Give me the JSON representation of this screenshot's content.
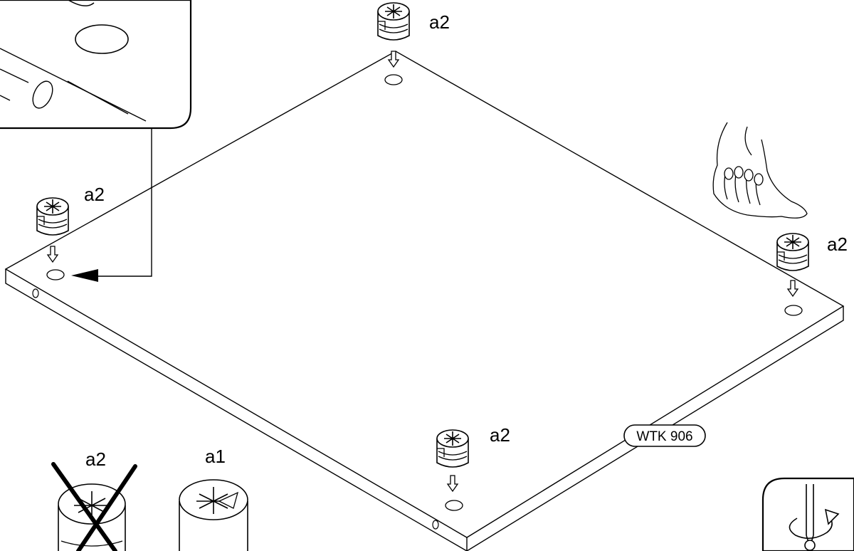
{
  "labels": {
    "cam_top": "a2",
    "cam_left": "a2",
    "cam_right": "a2",
    "cam_bottom": "a2",
    "wrong_part": "a2",
    "correct_part": "a1"
  },
  "part_code": "WTK 906",
  "icons": {
    "cam_lock": "cam-lock-fitting-icon",
    "hand": "hand-icon",
    "screwdriver": "screwdriver-rotate-icon",
    "cross_out": "cross-out-icon"
  },
  "colors": {
    "line": "#000000",
    "background": "#ffffff"
  }
}
